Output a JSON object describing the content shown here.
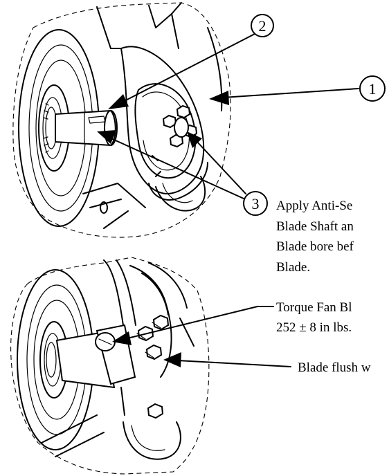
{
  "callouts": {
    "c1": "1",
    "c2": "2",
    "c3": "3"
  },
  "notes": {
    "anti_seize": [
      "Apply Anti-Se",
      "Blade Shaft an",
      "Blade bore bef",
      "Blade."
    ],
    "torque": [
      "Torque Fan Bl",
      "252 ± 8 in lbs."
    ],
    "flush": "Blade flush w"
  },
  "colors": {
    "ink": "#000000",
    "background": "#ffffff"
  }
}
